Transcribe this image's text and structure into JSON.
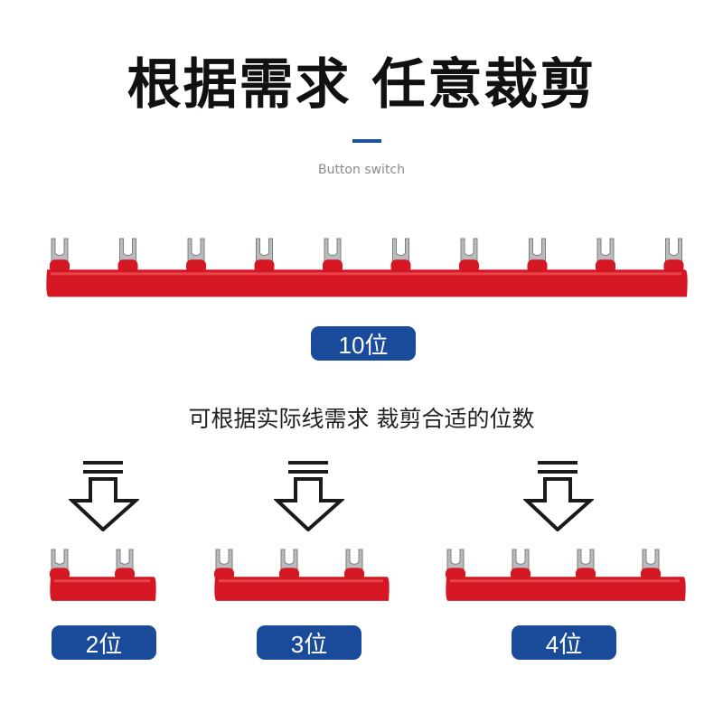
{
  "title": "根据需求 任意裁剪",
  "subtitle": "Button switch",
  "caption": "可根据实际线需求 裁剪合适的位数",
  "badges": {
    "ten": "10位",
    "two": "2位",
    "three": "3位",
    "four": "4位"
  },
  "colors": {
    "accent": "#1e4fa0",
    "badge_bg": "#1a4a9a",
    "strip_red": "#d41722",
    "terminal_metal": "#b9bcbf"
  },
  "strips": {
    "ten": {
      "positions": 10
    },
    "two": {
      "positions": 2
    },
    "three": {
      "positions": 3
    },
    "four": {
      "positions": 4
    }
  },
  "icons": {
    "down_arrow": "down-arrow-icon"
  }
}
